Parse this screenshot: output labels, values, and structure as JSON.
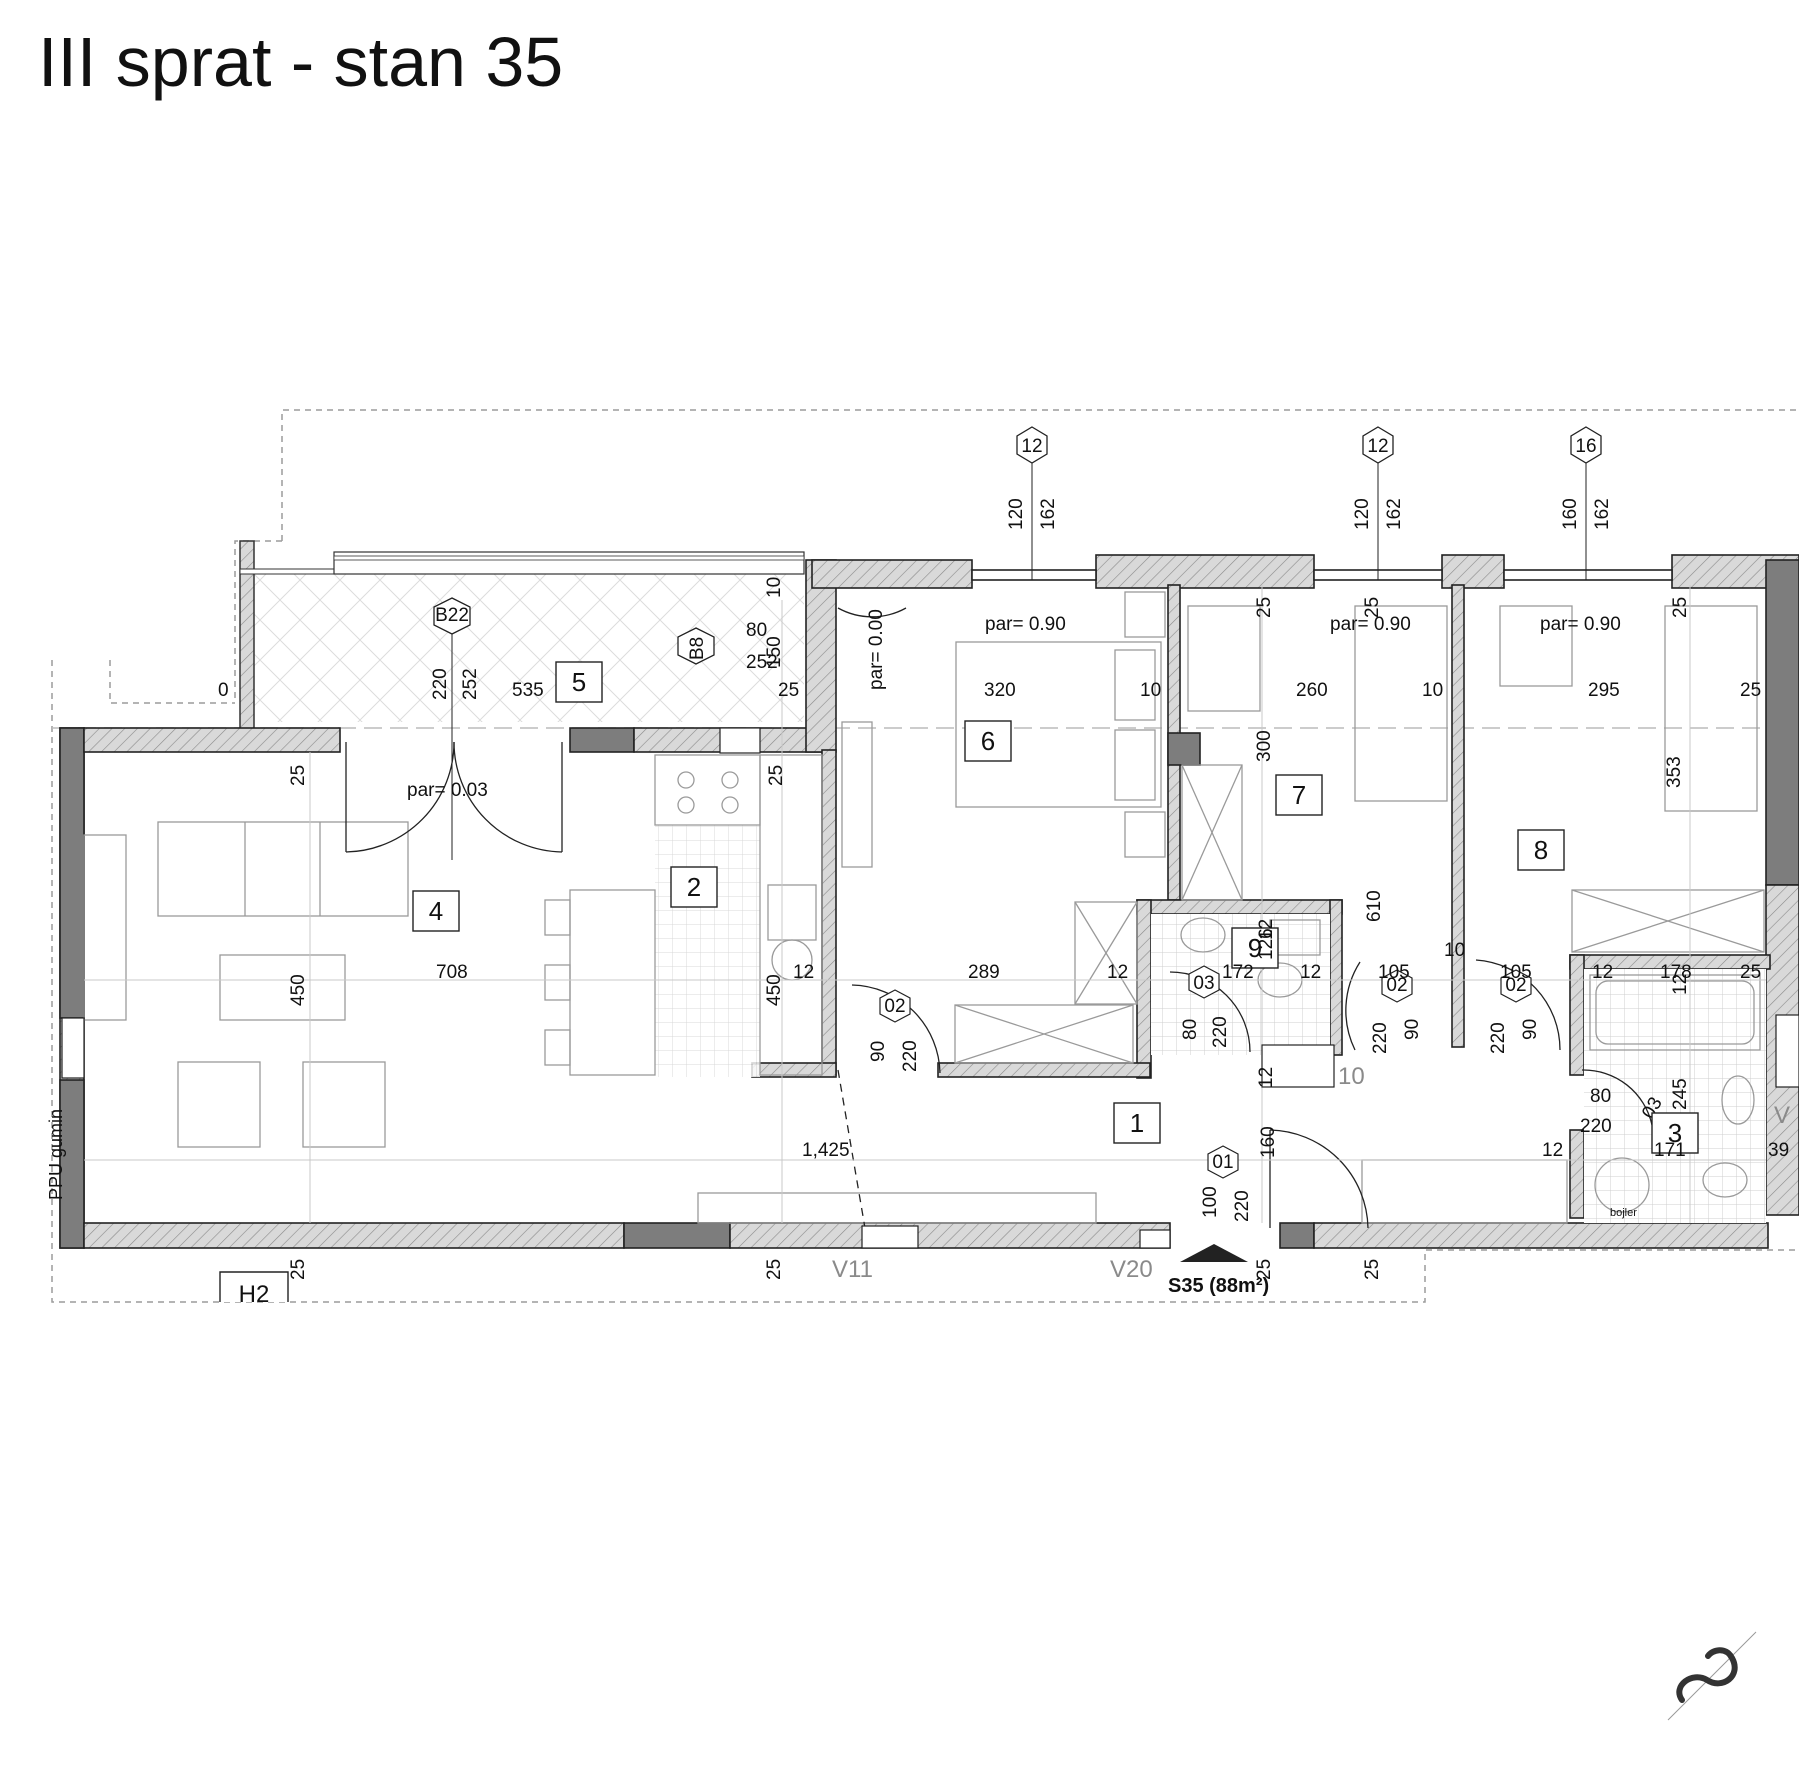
{
  "title": "III sprat - stan 35",
  "apartment_label": "S35 (88m²)",
  "room_numbers": [
    "1",
    "2",
    "3",
    "4",
    "5",
    "6",
    "7",
    "8",
    "9"
  ],
  "window_tags": [
    "12",
    "12",
    "16"
  ],
  "window_dims": [
    [
      "120",
      "162"
    ],
    [
      "120",
      "162"
    ],
    [
      "160",
      "162"
    ]
  ],
  "door_codes": {
    "d01": "01",
    "d02a": "02",
    "d02b": "02",
    "d02c": "02",
    "d03a": "03",
    "d03b": "03"
  },
  "balcony_tags": {
    "b22": "B22",
    "b8": "B8"
  },
  "parapets": [
    "par= 0.90",
    "par= 0.90",
    "par= 0.90",
    "par= 0.03",
    "par= 0.00"
  ],
  "vent_labels": [
    "V11",
    "V20",
    "10",
    "V"
  ],
  "section_tag": "H2",
  "dims": {
    "d535": "535",
    "d220a": "220",
    "d252a": "252",
    "d80a": "80",
    "d252b": "252",
    "d10a": "10",
    "d150": "150",
    "d25a": "25",
    "d320": "320",
    "d10b": "10",
    "d260": "260",
    "d10c": "10",
    "d295": "295",
    "d25b": "25",
    "d25c": "25",
    "d25d": "25",
    "d25e": "25",
    "d300": "300",
    "d353": "353",
    "d610": "610",
    "d25f": "25",
    "d25g": "25",
    "d708": "708",
    "d450a": "450",
    "d450b": "450",
    "d12a": "12",
    "d289": "289",
    "d12b": "12",
    "d172": "172",
    "d126": "126",
    "d12c": "12",
    "d12d": "12",
    "d105a": "105",
    "d105b": "105",
    "d10d": "10",
    "d12e": "12",
    "d178": "178",
    "d12f": "12",
    "d25h": "25",
    "d90a": "90",
    "d220b": "220",
    "d80b": "80",
    "d220c": "220",
    "d220d": "220",
    "d90b": "90",
    "d220e": "220",
    "d90c": "90",
    "d12g": "12",
    "d80c": "80",
    "d220f": "220",
    "d245": "245",
    "d171": "171",
    "d39": "39",
    "d12h": "12",
    "d1425": "1,425",
    "d160": "160",
    "d100": "100",
    "d220g": "220",
    "d25i": "25",
    "d25j": "25",
    "d25k": "25",
    "d25l": "25",
    "d0": "0"
  },
  "boiler_label": "bojler",
  "side_note": "PPU gumin",
  "colors": {
    "wall": "#7d7d7d",
    "hatch": "#bdbdbd",
    "line": "#111111",
    "furniture": "#9a9a9a"
  },
  "icons": [
    "logo-icon"
  ]
}
